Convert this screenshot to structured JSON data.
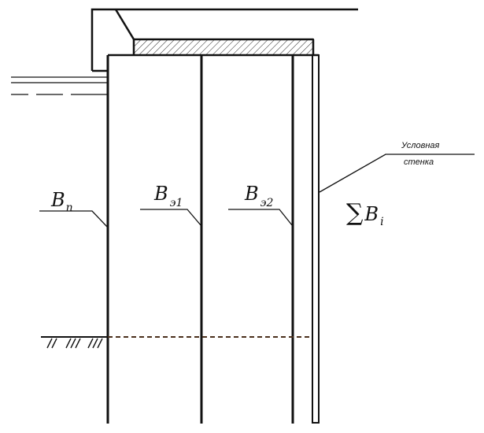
{
  "labels": {
    "b_left": {
      "main": "B",
      "sub": "п"
    },
    "b_e1": {
      "main": "B",
      "sub": "э1"
    },
    "b_e2": {
      "main": "B",
      "sub": "э2"
    },
    "sum_b": {
      "sigma": "∑",
      "main": "B",
      "sub": "i"
    },
    "wall_note": {
      "line1": "Условная",
      "line2": "стенка"
    }
  }
}
